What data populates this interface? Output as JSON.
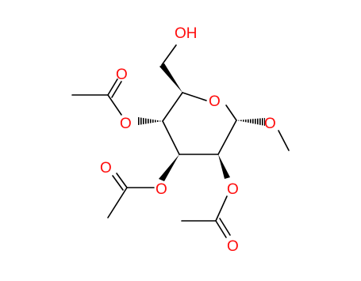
{
  "molecule": {
    "atom_labels": {
      "hydroxyl": "OH",
      "ring_oxygen": "O",
      "methoxy_oxygen": "O",
      "ester_oxygen_c4": "O",
      "carbonyl_oxygen_c4": "O",
      "ester_oxygen_c3": "O",
      "carbonyl_oxygen_c3": "O",
      "ester_oxygen_c2": "O",
      "carbonyl_oxygen_c2": "O"
    },
    "colors": {
      "bond": "#000000",
      "heteroatom": "#ff0d0d"
    }
  }
}
